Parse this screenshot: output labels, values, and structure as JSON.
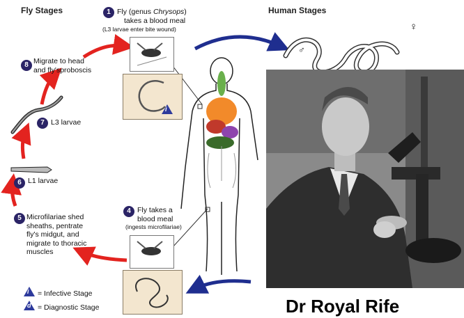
{
  "headers": {
    "fly_stages": "Fly Stages",
    "human_stages": "Human Stages"
  },
  "steps": [
    {
      "num": "1",
      "line1": "Fly (genus ",
      "italic": "Chrysops",
      "line1b": ")",
      "line2": "takes a blood meal",
      "line3": "(L3 larvae enter bite wound)"
    },
    {
      "num": "4",
      "line1": "Fly takes a",
      "line2": "blood meal",
      "line3": "(ingests microfilariae)"
    },
    {
      "num": "5",
      "line1": "Microfilariae shed",
      "line2": "sheaths, pentrate",
      "line3": "fly's midgut, and",
      "line4": "migrate to thoracic",
      "line5": "muscles"
    },
    {
      "num": "6",
      "line1": "L1 larvae"
    },
    {
      "num": "7",
      "line1": "L3 larvae"
    },
    {
      "num": "8",
      "line1": "Migrate to head",
      "line2": "and fly'sproboscis"
    }
  ],
  "legend": {
    "infective": "= Infective Stage",
    "diagnostic": "= Diagnostic Stage",
    "infective_symbol": "i",
    "diagnostic_symbol": "d"
  },
  "symbols": {
    "female": "♀",
    "male": "♂"
  },
  "caption": "Dr Royal Rife",
  "colors": {
    "arrow_red": "#e3231f",
    "arrow_blue": "#1f2e8f",
    "badge": "#2b2466",
    "tan": "#f3e6cf"
  }
}
